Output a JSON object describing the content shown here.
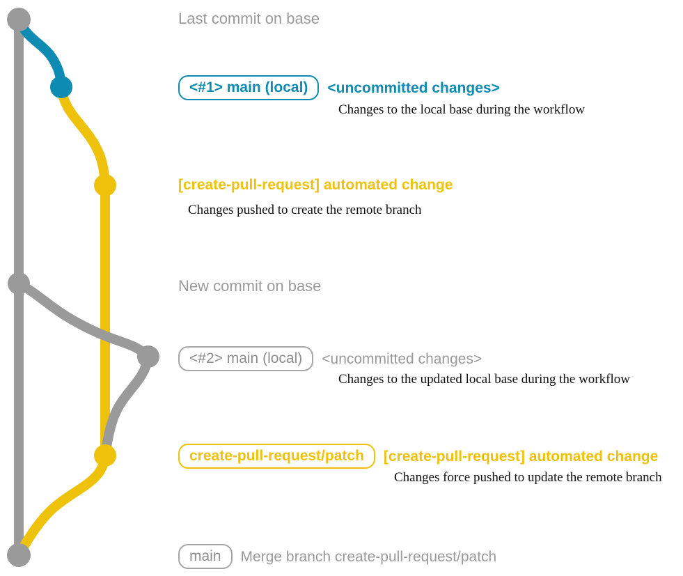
{
  "diagram": {
    "title": "git commit graph",
    "colors": {
      "base": "#9a9a9a",
      "local": "#0d8bb2",
      "remote": "#eec20b",
      "note_text": "#101010",
      "background": "#ffffff"
    }
  },
  "rows": [
    {
      "id": "last-commit-on-base",
      "heading": "Last commit on base",
      "color": "base"
    },
    {
      "id": "local-1",
      "tag": "<#1> main (local)",
      "subject": "<uncommitted changes>",
      "note": "Changes to the local base during the workflow",
      "color": "local"
    },
    {
      "id": "automated-change-1",
      "subject": "[create-pull-request] automated change",
      "note": "Changes pushed to create the remote branch",
      "color": "remote"
    },
    {
      "id": "new-commit-on-base",
      "heading": "New commit on base",
      "color": "base"
    },
    {
      "id": "local-2",
      "tag": "<#2> main (local)",
      "subject": "<uncommitted changes>",
      "note": "Changes to the updated local base during the workflow",
      "color": "base"
    },
    {
      "id": "automated-change-2",
      "tag": "create-pull-request/patch",
      "subject": "[create-pull-request] automated change",
      "note": "Changes force pushed to update the remote branch",
      "color": "remote"
    },
    {
      "id": "merge-commit",
      "tag": "main",
      "subject": "Merge branch create-pull-request/patch",
      "color": "base"
    }
  ]
}
